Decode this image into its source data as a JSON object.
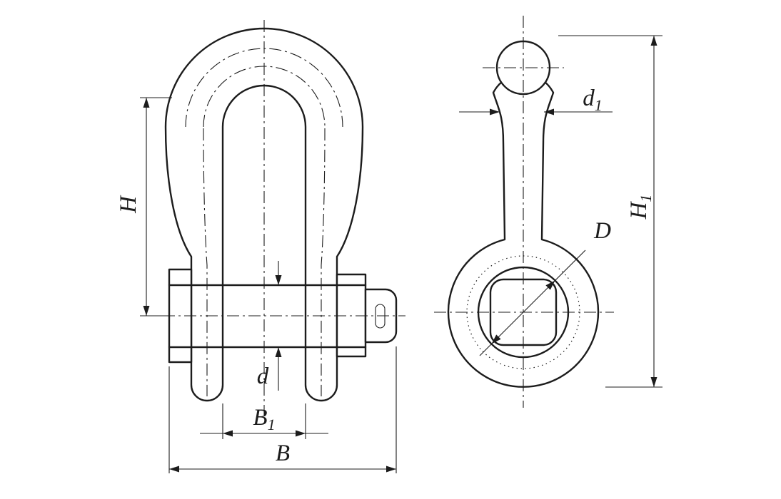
{
  "labels": {
    "H": "H",
    "d": "d",
    "B": "B",
    "D": "D",
    "B1": {
      "base": "B",
      "sub": "1"
    },
    "d1": {
      "base": "d",
      "sub": "1"
    },
    "H1": {
      "base": "H",
      "sub": "1"
    }
  },
  "colors": {
    "line": "#1c1c1c",
    "background": "#ffffff"
  }
}
